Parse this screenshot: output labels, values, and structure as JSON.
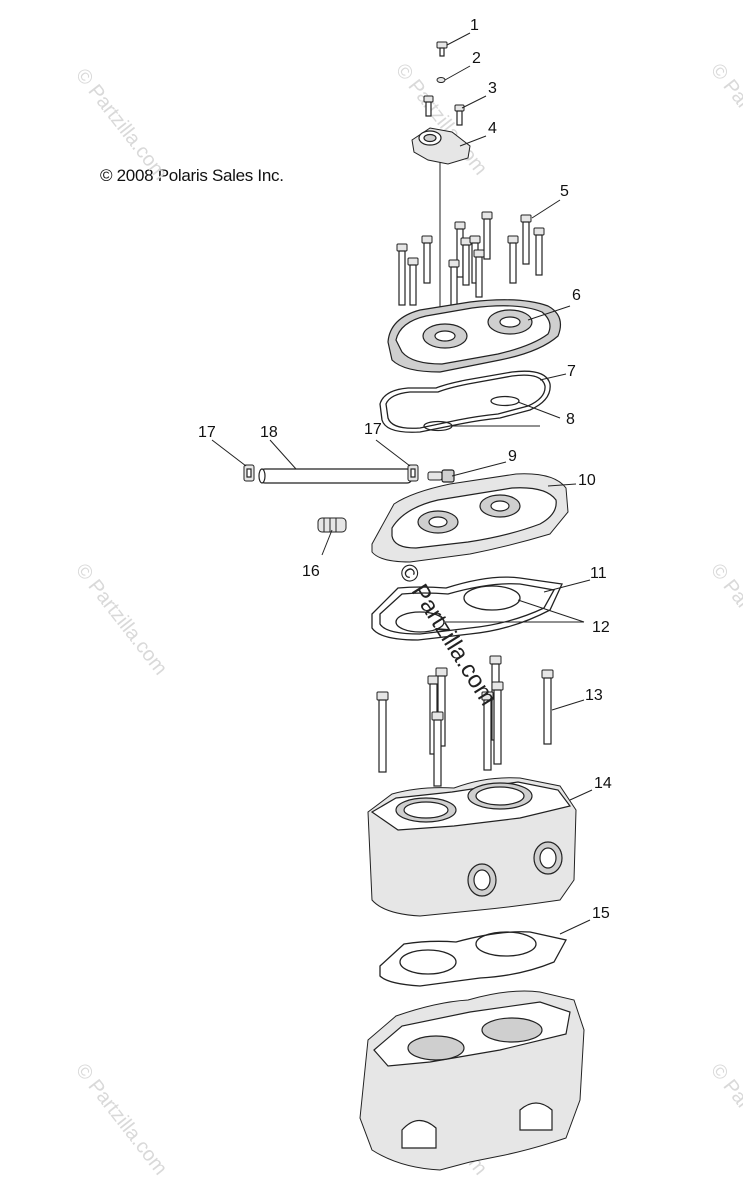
{
  "copyright": "© 2008 Polaris Sales Inc.",
  "watermark": "© Partzilla.com",
  "callouts": [
    "1",
    "2",
    "3",
    "4",
    "5",
    "6",
    "7",
    "8",
    "9",
    "10",
    "11",
    "12",
    "13",
    "14",
    "15",
    "16",
    "17",
    "17",
    "18"
  ]
}
